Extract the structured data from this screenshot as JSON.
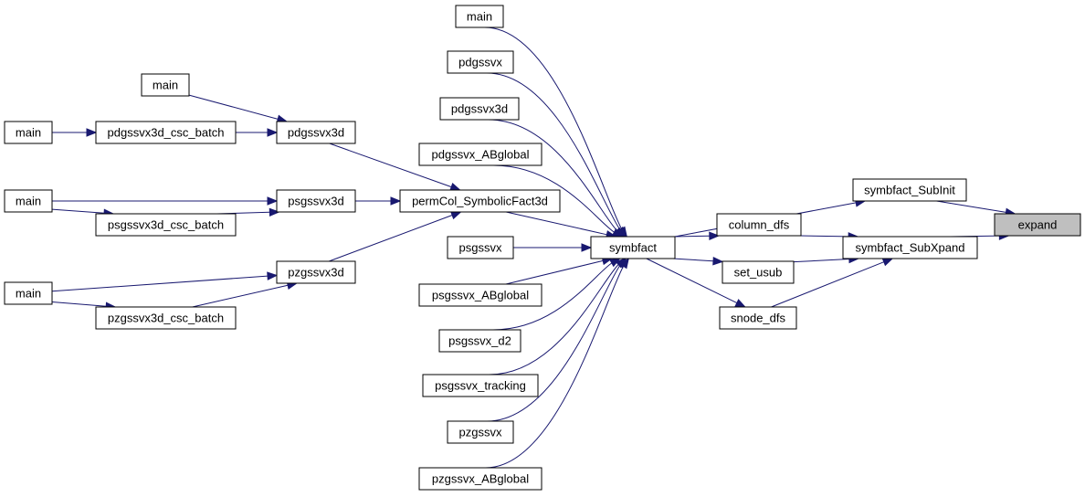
{
  "nodes": [
    {
      "id": "expand",
      "label": "expand",
      "highlight": true
    },
    {
      "id": "symbfact_SubInit",
      "label": "symbfact_SubInit"
    },
    {
      "id": "symbfact_SubXpand",
      "label": "symbfact_SubXpand"
    },
    {
      "id": "column_dfs",
      "label": "column_dfs"
    },
    {
      "id": "set_usub",
      "label": "set_usub"
    },
    {
      "id": "snode_dfs",
      "label": "snode_dfs"
    },
    {
      "id": "symbfact",
      "label": "symbfact"
    },
    {
      "id": "main_top",
      "label": "main"
    },
    {
      "id": "pdgssvx",
      "label": "pdgssvx"
    },
    {
      "id": "pdgssvx3d",
      "label": "pdgssvx3d"
    },
    {
      "id": "pdgssvx_ABglobal",
      "label": "pdgssvx_ABglobal"
    },
    {
      "id": "permCol_SymbolicFact3d",
      "label": "permCol_SymbolicFact3d"
    },
    {
      "id": "psgssvx",
      "label": "psgssvx"
    },
    {
      "id": "psgssvx_ABglobal",
      "label": "psgssvx_ABglobal"
    },
    {
      "id": "psgssvx_d2",
      "label": "psgssvx_d2"
    },
    {
      "id": "psgssvx_tracking",
      "label": "psgssvx_tracking"
    },
    {
      "id": "pzgssvx",
      "label": "pzgssvx"
    },
    {
      "id": "pzgssvx_ABglobal",
      "label": "pzgssvx_ABglobal"
    },
    {
      "id": "pdgssvx3d_l",
      "label": "pdgssvx3d"
    },
    {
      "id": "psgssvx3d",
      "label": "psgssvx3d"
    },
    {
      "id": "pzgssvx3d",
      "label": "pzgssvx3d"
    },
    {
      "id": "main_a",
      "label": "main"
    },
    {
      "id": "main_b",
      "label": "main"
    },
    {
      "id": "main_c",
      "label": "main"
    },
    {
      "id": "main_d",
      "label": "main"
    },
    {
      "id": "pdgssvx3d_csc_batch",
      "label": "pdgssvx3d_csc_batch"
    },
    {
      "id": "psgssvx3d_csc_batch",
      "label": "psgssvx3d_csc_batch"
    },
    {
      "id": "pzgssvx3d_csc_batch",
      "label": "pzgssvx3d_csc_batch"
    }
  ],
  "edges": [
    {
      "from": "symbfact_SubInit",
      "to": "expand"
    },
    {
      "from": "symbfact_SubXpand",
      "to": "expand"
    },
    {
      "from": "symbfact",
      "to": "symbfact_SubInit"
    },
    {
      "from": "column_dfs",
      "to": "symbfact_SubXpand"
    },
    {
      "from": "set_usub",
      "to": "symbfact_SubXpand"
    },
    {
      "from": "snode_dfs",
      "to": "symbfact_SubXpand"
    },
    {
      "from": "symbfact",
      "to": "column_dfs"
    },
    {
      "from": "symbfact",
      "to": "set_usub"
    },
    {
      "from": "symbfact",
      "to": "snode_dfs"
    },
    {
      "from": "main_top",
      "to": "symbfact"
    },
    {
      "from": "pdgssvx",
      "to": "symbfact"
    },
    {
      "from": "pdgssvx3d",
      "to": "symbfact"
    },
    {
      "from": "pdgssvx_ABglobal",
      "to": "symbfact"
    },
    {
      "from": "permCol_SymbolicFact3d",
      "to": "symbfact"
    },
    {
      "from": "psgssvx",
      "to": "symbfact"
    },
    {
      "from": "psgssvx_ABglobal",
      "to": "symbfact"
    },
    {
      "from": "psgssvx_d2",
      "to": "symbfact"
    },
    {
      "from": "psgssvx_tracking",
      "to": "symbfact"
    },
    {
      "from": "pzgssvx",
      "to": "symbfact"
    },
    {
      "from": "pzgssvx_ABglobal",
      "to": "symbfact"
    },
    {
      "from": "pdgssvx3d_l",
      "to": "permCol_SymbolicFact3d"
    },
    {
      "from": "psgssvx3d",
      "to": "permCol_SymbolicFact3d"
    },
    {
      "from": "pzgssvx3d",
      "to": "permCol_SymbolicFact3d"
    },
    {
      "from": "main_a",
      "to": "pdgssvx3d_l"
    },
    {
      "from": "pdgssvx3d_csc_batch",
      "to": "pdgssvx3d_l"
    },
    {
      "from": "main_b",
      "to": "pdgssvx3d_csc_batch"
    },
    {
      "from": "main_c",
      "to": "psgssvx3d"
    },
    {
      "from": "main_c",
      "to": "psgssvx3d_csc_batch"
    },
    {
      "from": "psgssvx3d_csc_batch",
      "to": "psgssvx3d"
    },
    {
      "from": "main_d",
      "to": "pzgssvx3d"
    },
    {
      "from": "main_d",
      "to": "pzgssvx3d_csc_batch"
    },
    {
      "from": "pzgssvx3d_csc_batch",
      "to": "pzgssvx3d"
    }
  ]
}
